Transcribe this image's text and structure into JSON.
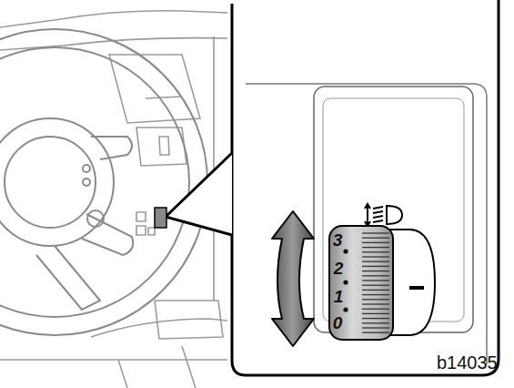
{
  "diagram": {
    "labels": [
      "3",
      "2",
      "1",
      "0",
      "b14035"
    ]
  }
}
